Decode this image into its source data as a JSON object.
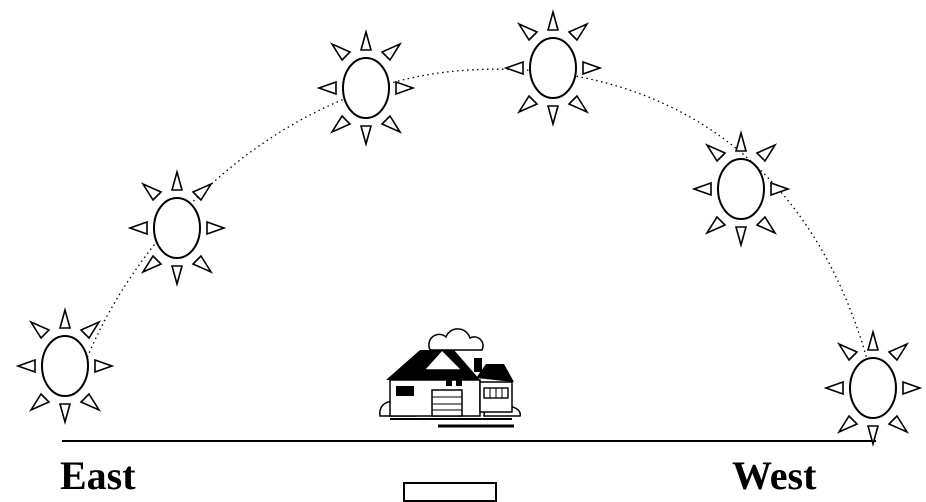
{
  "labels": {
    "east": "East",
    "west": "West"
  },
  "icons": {
    "sun": "sun-icon",
    "house": "house-icon"
  },
  "colors": {
    "ink": "#000000",
    "background": "#ffffff"
  },
  "sun_count": 6
}
